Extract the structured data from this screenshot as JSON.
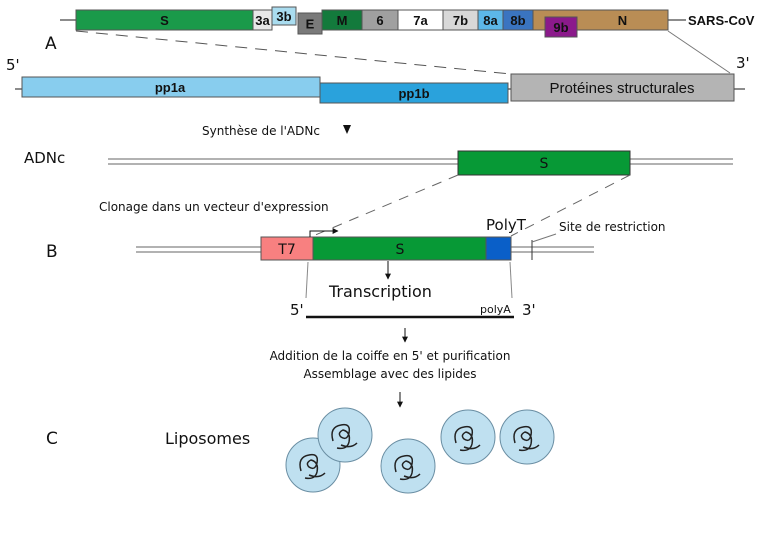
{
  "genome": {
    "name": "SARS-CoV",
    "genes": [
      {
        "label": "S",
        "color": "#1a9a4a"
      },
      {
        "label": "3a",
        "color": "#e8e8e8"
      },
      {
        "label": "3b",
        "color": "#a9dcef"
      },
      {
        "label": "E",
        "color": "#7a7a7a"
      },
      {
        "label": "M",
        "color": "#137a3c"
      },
      {
        "label": "6",
        "color": "#a0a0a0"
      },
      {
        "label": "7a",
        "color": "#ffffff"
      },
      {
        "label": "7b",
        "color": "#d8d8d8"
      },
      {
        "label": "8a",
        "color": "#5cb7e8"
      },
      {
        "label": "8b",
        "color": "#3a74c0"
      },
      {
        "label": "N",
        "color": "#b98d55"
      },
      {
        "label": "9b",
        "color": "#8b1a8b"
      }
    ]
  },
  "polyproteins": {
    "five_prime": "5'",
    "three_prime": "3'",
    "pp1a": {
      "label": "pp1a",
      "color": "#88cdee"
    },
    "pp1b": {
      "label": "pp1b",
      "color": "#2aa2dc"
    },
    "structural": {
      "label": "Protéines structurales",
      "color": "#b4b4b4"
    }
  },
  "section_labels": {
    "a": "A",
    "b": "B",
    "c": "C"
  },
  "steps": {
    "cdna_synthesis": "Synthèse de l'ADNc",
    "cdna_label": "ADNc",
    "cdna_gene": "S",
    "cloning": "Clonage dans un vecteur d'expression",
    "t7": "T7",
    "vector_gene": "S",
    "polyt": "PolyT",
    "restriction_site": "Site de restriction",
    "transcription": "Transcription",
    "rna_5": "5'",
    "rna_polya": "polyA",
    "rna_3": "3'",
    "capping": "Addition de la coiffe en 5' et purification",
    "assembly": "Assemblage avec des lipides",
    "liposomes": "Liposomes"
  },
  "colors": {
    "s_green": "#079936",
    "t7": "#f88080",
    "polyt": "#0a5fc8"
  }
}
